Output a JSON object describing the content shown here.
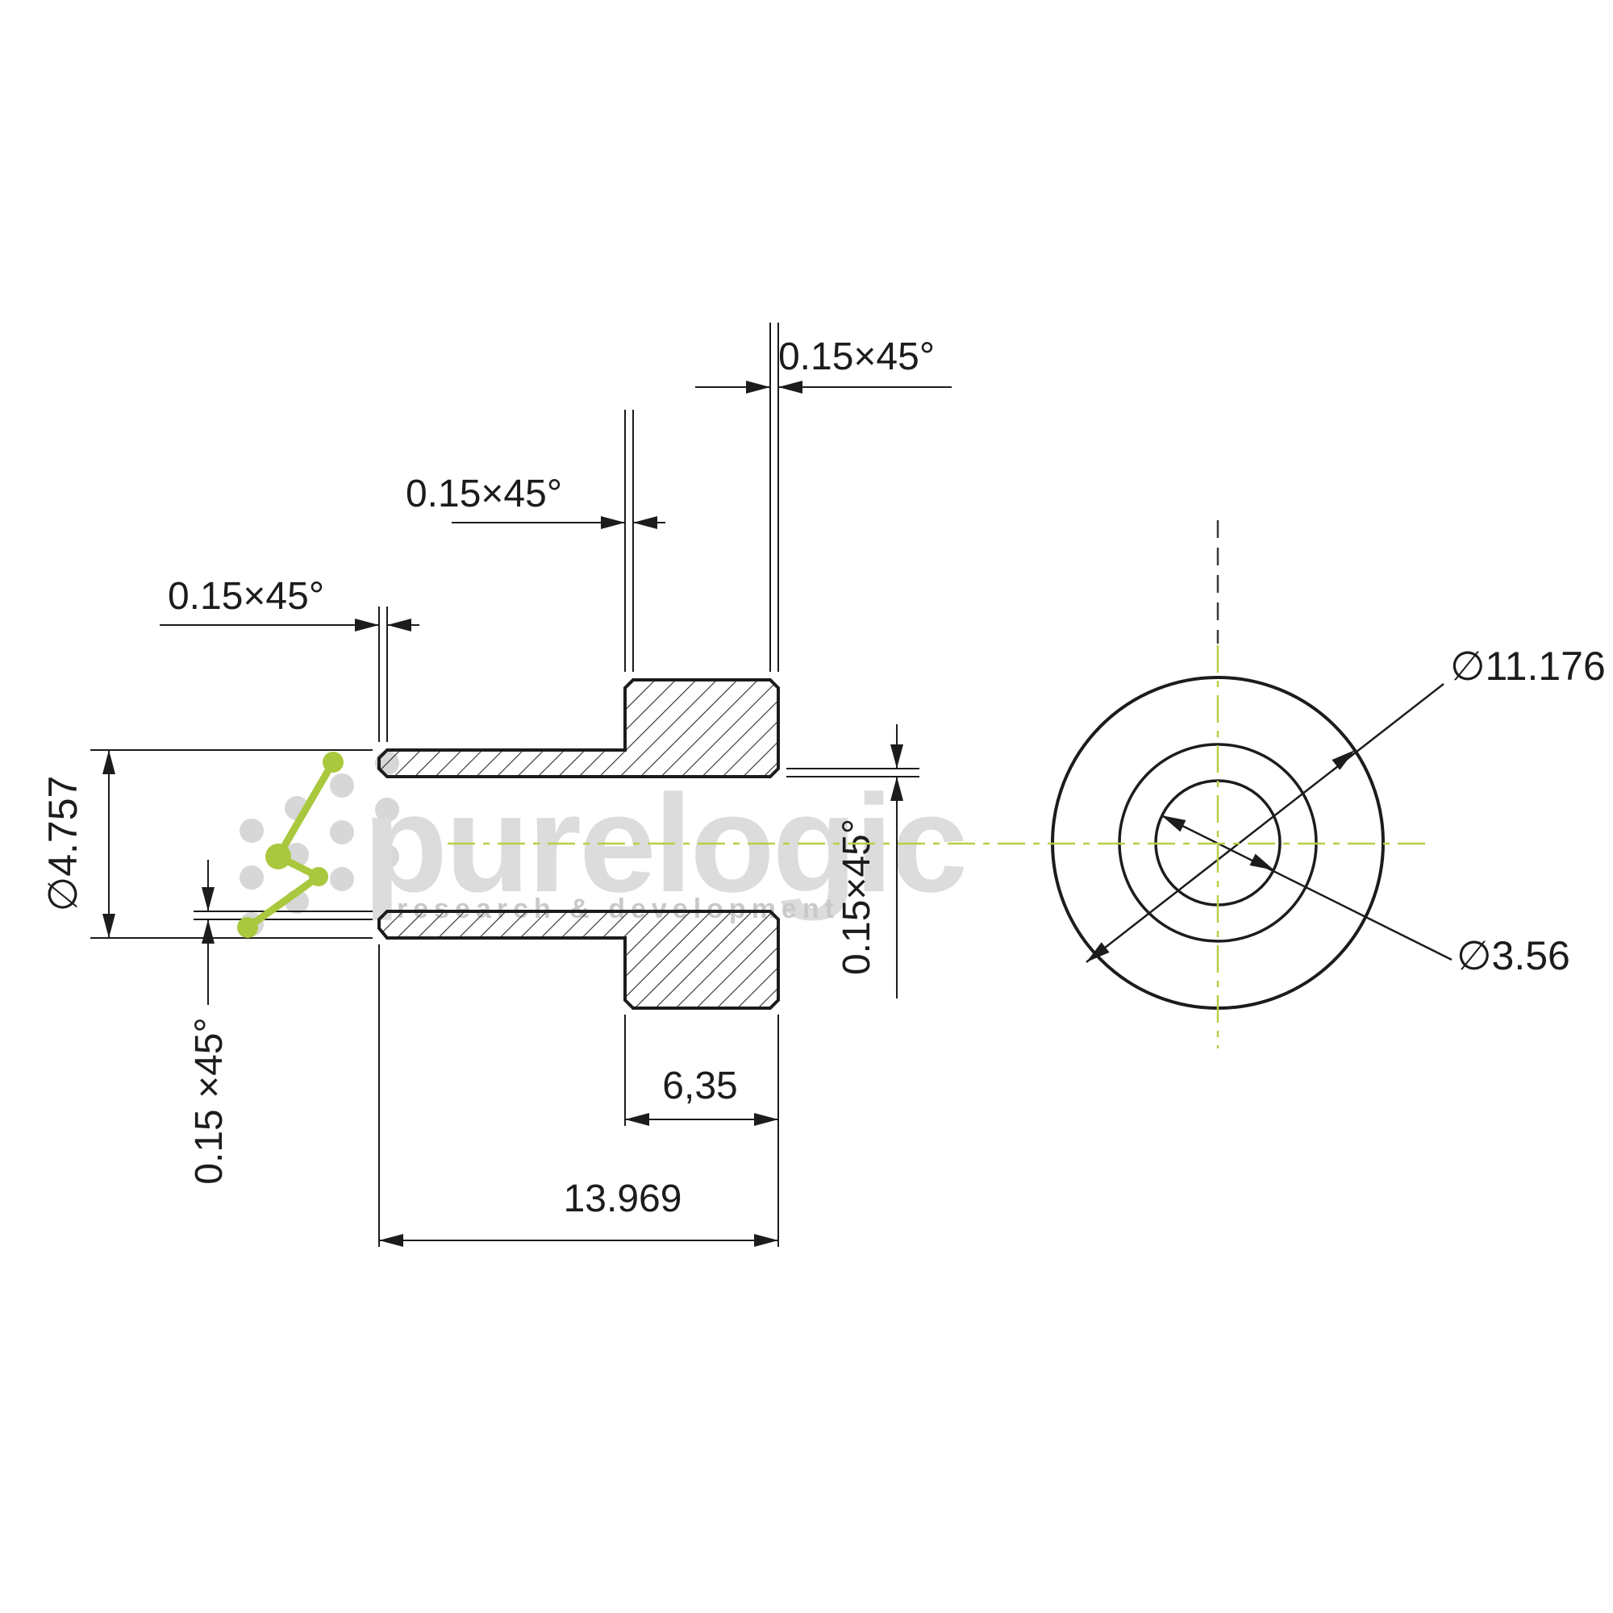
{
  "drawing": {
    "type": "technical-drawing",
    "views": [
      "section-view",
      "end-view"
    ]
  },
  "section_view": {
    "chamfer_top_right": "0.15×45°",
    "chamfer_step": "0.15×45°",
    "chamfer_left": "0.15×45°",
    "chamfer_bore_left": "0.15 ×45°",
    "chamfer_bore_right": "0.15×45°",
    "outer_diameter": "∅4.757",
    "flange_length": "6,35",
    "total_length": "13.969"
  },
  "end_view": {
    "outer_diameter": "∅11.176",
    "bore_diameter": "∅3.56"
  },
  "watermark": {
    "brand": "purelogic",
    "tagline": "research & development"
  },
  "colors": {
    "line_black": "#1c1c1c",
    "accent_green": "#a9c83d",
    "centerline_green": "#b8cf44",
    "watermark_gray": "#dcdcdc"
  }
}
